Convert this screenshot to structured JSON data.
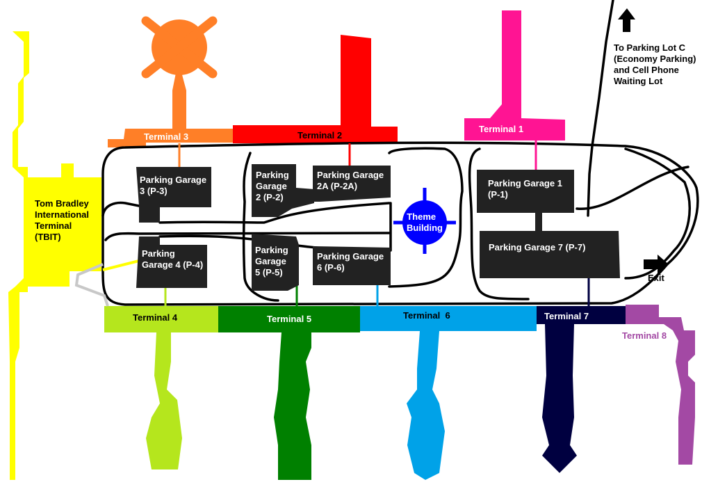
{
  "terminals": {
    "tbit": {
      "lines": [
        "Tom Bradley",
        "International",
        "Terminal",
        "(TBIT)"
      ],
      "color": "#ffff00"
    },
    "t1": {
      "label": "Terminal 1",
      "color": "#ff1493"
    },
    "t2": {
      "label": "Terminal 2",
      "color": "#ff0000"
    },
    "t3": {
      "label": "Terminal 3",
      "color": "#ff7f27"
    },
    "t4": {
      "label": "Terminal 4",
      "color": "#b5e61d"
    },
    "t5": {
      "label": "Terminal 5",
      "color": "#008000"
    },
    "t6": {
      "label": "Terminal  6",
      "color": "#00a2e8"
    },
    "t7": {
      "label": "Terminal 7",
      "color": "#000040"
    },
    "t8": {
      "label": "Terminal 8",
      "color": "#a349a4"
    }
  },
  "garages": {
    "p1": {
      "lines": [
        "Parking Garage 1",
        "(P-1)"
      ]
    },
    "p2": {
      "lines": [
        "Parking",
        "Garage",
        "2 (P-2)"
      ]
    },
    "p2a": {
      "lines": [
        "Parking Garage",
        "2A (P-2A)"
      ]
    },
    "p3": {
      "lines": [
        "Parking Garage",
        "3 (P-3)"
      ]
    },
    "p4": {
      "lines": [
        "Parking",
        "Garage 4 (P-4)"
      ]
    },
    "p5": {
      "lines": [
        "Parking",
        "Garage",
        "5 (P-5)"
      ]
    },
    "p6": {
      "lines": [
        "Parking Garage",
        "6 (P-6)"
      ]
    },
    "p7": {
      "lines": [
        "Parking Garage 7 (P-7)"
      ]
    }
  },
  "theme_building": {
    "lines": [
      "Theme",
      "Building"
    ],
    "color": "#0000ff"
  },
  "parking_lot_c": {
    "lines": [
      "To Parking Lot C",
      "(Economy Parking)",
      "and Cell Phone",
      "Waiting Lot"
    ]
  },
  "exit": {
    "label": "Exit"
  },
  "colors": {
    "road": "#000000",
    "garage": "#222222",
    "connector_gray": "#c8c8c8"
  }
}
